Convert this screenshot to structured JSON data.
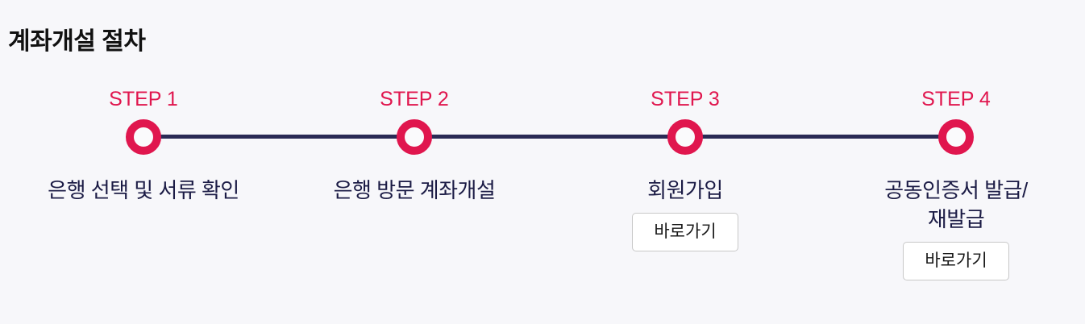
{
  "page": {
    "title": "계좌개설 절차",
    "background_color": "#F7F7FA"
  },
  "colors": {
    "accent": "#E0164E",
    "connector_line": "#2A2A55",
    "step_text": "#1B1B45",
    "title_text": "#111111",
    "button_border": "#C8C8C8",
    "button_background": "#FFFFFF"
  },
  "steps": [
    {
      "label": "STEP 1",
      "description": "은행 선택 및 서류 확인"
    },
    {
      "label": "STEP 2",
      "description": "은행 방문 계좌개설"
    },
    {
      "label": "STEP 3",
      "description": "회원가입",
      "button": "바로가기"
    },
    {
      "label": "STEP 4",
      "description": "공동인증서 발급/\n재발급",
      "button": "바로가기"
    }
  ]
}
